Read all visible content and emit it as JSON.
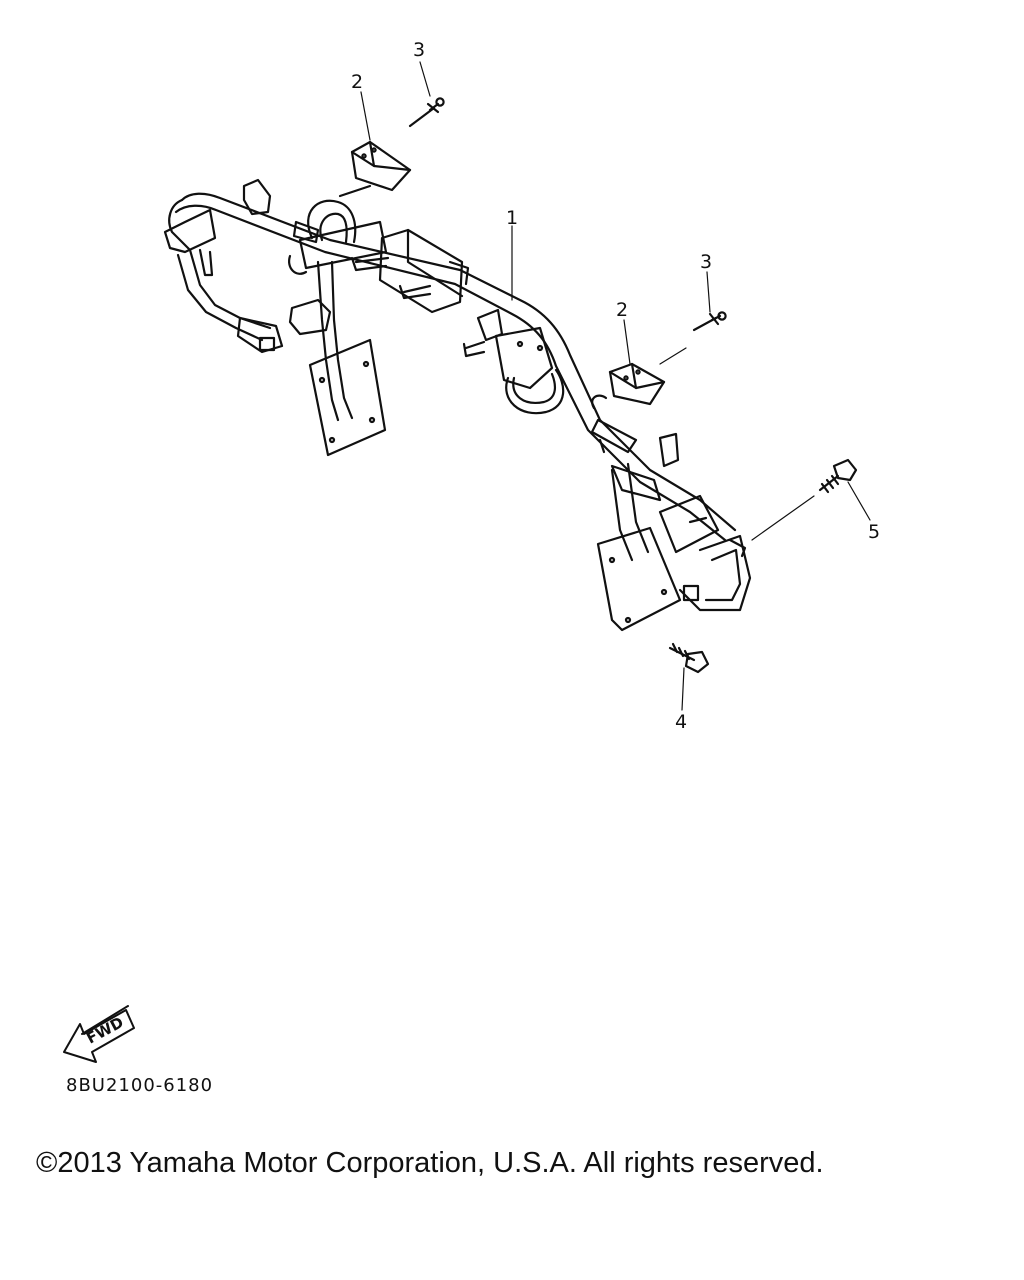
{
  "diagram": {
    "callouts": [
      {
        "id": "c3a",
        "label": "3"
      },
      {
        "id": "c2a",
        "label": "2"
      },
      {
        "id": "c1",
        "label": "1"
      },
      {
        "id": "c3b",
        "label": "3"
      },
      {
        "id": "c2b",
        "label": "2"
      },
      {
        "id": "c5",
        "label": "5"
      },
      {
        "id": "c4",
        "label": "4"
      }
    ],
    "fwd_label": "FWD",
    "part_code": "8BU2100-6180"
  },
  "footer": {
    "copyright": "©2013 Yamaha Motor Corporation, U.S.A. All rights reserved."
  }
}
